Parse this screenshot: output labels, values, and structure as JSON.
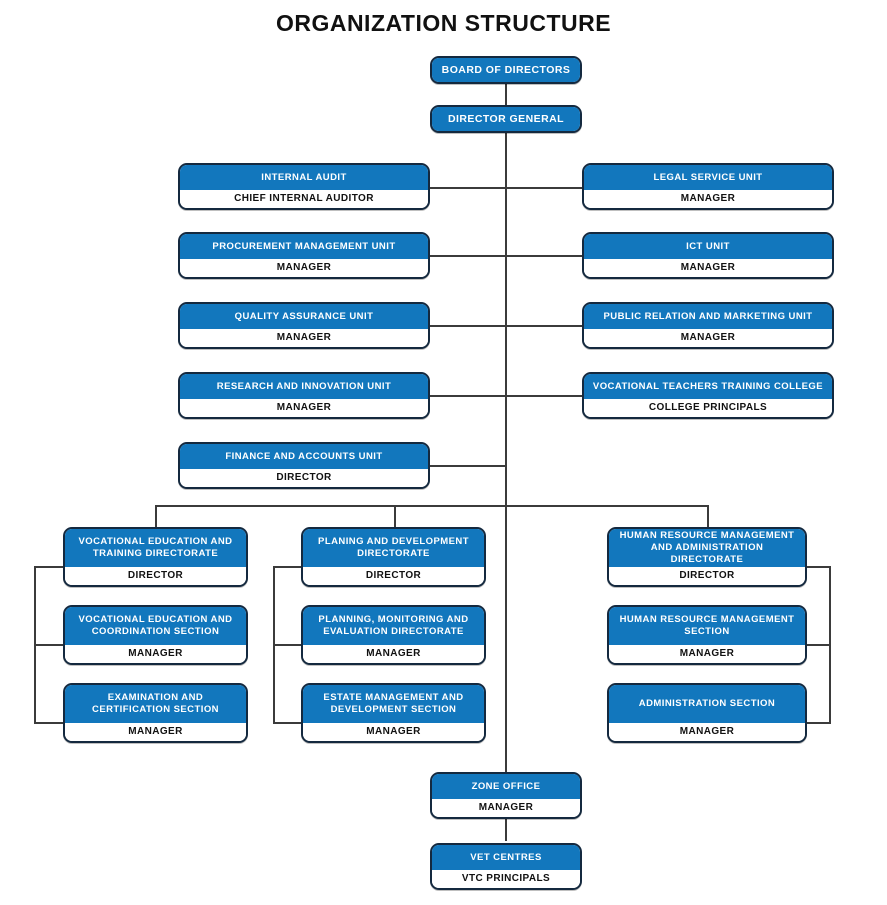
{
  "title": "ORGANIZATION STRUCTURE",
  "colors": {
    "header_blue": "#1277bd",
    "border_navy": "#14293f",
    "line_gray": "#3b3b3b",
    "body_white": "#ffffff",
    "title_black": "#111111"
  },
  "chart_data": {
    "type": "diagram",
    "title": "ORGANIZATION STRUCTURE",
    "diagram_kind": "organization-chart",
    "levels": [
      {
        "level": 1,
        "nodes": [
          "BOARD OF DIRECTORS"
        ]
      },
      {
        "level": 2,
        "nodes": [
          "DIRECTOR GENERAL"
        ]
      },
      {
        "level": 3,
        "nodes": [
          "INTERNAL AUDIT",
          "LEGAL SERVICE UNIT",
          "PROCUREMENT MANAGEMENT UNIT",
          "ICT UNIT",
          "QUALITY ASSURANCE UNIT",
          "PUBLIC RELATION AND MARKETING UNIT",
          "RESEARCH AND INNOVATION UNIT",
          "VOCATIONAL TEACHERS TRAINING COLLEGE",
          "FINANCE AND ACCOUNTS UNIT"
        ]
      },
      {
        "level": 4,
        "nodes": [
          "VOCATIONAL EDUCATION AND TRAINING DIRECTORATE",
          "PLANING AND DEVELOPMENT DIRECTORATE",
          "HUMAN RESOURCE MANAGEMENT AND ADMINISTRATION DIRECTORATE"
        ]
      },
      {
        "level": 5,
        "nodes": [
          "VOCATIONAL EDUCATION AND COORDINATION SECTION",
          "PLANNING, MONITORING AND EVALUATION DIRECTORATE",
          "HUMAN RESOURCE MANAGEMENT SECTION"
        ]
      },
      {
        "level": 6,
        "nodes": [
          "EXAMINATION AND CERTIFICATION SECTION",
          "ESTATE MANAGEMENT AND DEVELOPMENT SECTION",
          "ADMINISTRATION SECTION"
        ]
      },
      {
        "level": 7,
        "nodes": [
          "ZONE OFFICE"
        ]
      },
      {
        "level": 8,
        "nodes": [
          "VET CENTRES"
        ]
      }
    ]
  },
  "nodes": {
    "board": {
      "title": "BOARD OF DIRECTORS",
      "role": ""
    },
    "director_general": {
      "title": "DIRECTOR GENERAL",
      "role": ""
    },
    "internal_audit": {
      "title": "INTERNAL AUDIT",
      "role": "CHIEF INTERNAL AUDITOR"
    },
    "legal_service": {
      "title": "LEGAL SERVICE UNIT",
      "role": "MANAGER"
    },
    "procurement": {
      "title": "PROCUREMENT MANAGEMENT UNIT",
      "role": "MANAGER"
    },
    "ict": {
      "title": "ICT UNIT",
      "role": "MANAGER"
    },
    "quality_assurance": {
      "title": "QUALITY ASSURANCE UNIT",
      "role": "MANAGER"
    },
    "public_relation": {
      "title": "PUBLIC RELATION AND MARKETING UNIT",
      "role": "MANAGER"
    },
    "research_innovation": {
      "title": "RESEARCH AND INNOVATION UNIT",
      "role": "MANAGER"
    },
    "teachers_college": {
      "title": "VOCATIONAL TEACHERS TRAINING COLLEGE",
      "role": "COLLEGE PRINCIPALS"
    },
    "finance_accounts": {
      "title": "FINANCE AND ACCOUNTS UNIT",
      "role": "DIRECTOR"
    },
    "vet_directorate": {
      "title": "VOCATIONAL EDUCATION AND TRAINING DIRECTORATE",
      "role": "DIRECTOR"
    },
    "vet_coordination": {
      "title": "VOCATIONAL EDUCATION AND COORDINATION SECTION",
      "role": "MANAGER"
    },
    "examination": {
      "title": "EXAMINATION AND CERTIFICATION SECTION",
      "role": "MANAGER"
    },
    "planning_directorate": {
      "title": "PLANING AND DEVELOPMENT DIRECTORATE",
      "role": "DIRECTOR"
    },
    "planning_monitoring": {
      "title": "PLANNING, MONITORING AND EVALUATION DIRECTORATE",
      "role": "MANAGER"
    },
    "estate_management": {
      "title": "ESTATE MANAGEMENT AND DEVELOPMENT SECTION",
      "role": "MANAGER"
    },
    "hr_directorate": {
      "title": "HUMAN RESOURCE MANAGEMENT AND ADMINISTRATION DIRECTORATE",
      "role": "DIRECTOR"
    },
    "hr_section": {
      "title": "HUMAN RESOURCE MANAGEMENT SECTION",
      "role": "MANAGER"
    },
    "administration": {
      "title": "ADMINISTRATION SECTION",
      "role": "MANAGER"
    },
    "zone_office": {
      "title": "ZONE OFFICE",
      "role": "MANAGER"
    },
    "vet_centres": {
      "title": "VET CENTRES",
      "role": "VTC PRINCIPALS"
    }
  }
}
